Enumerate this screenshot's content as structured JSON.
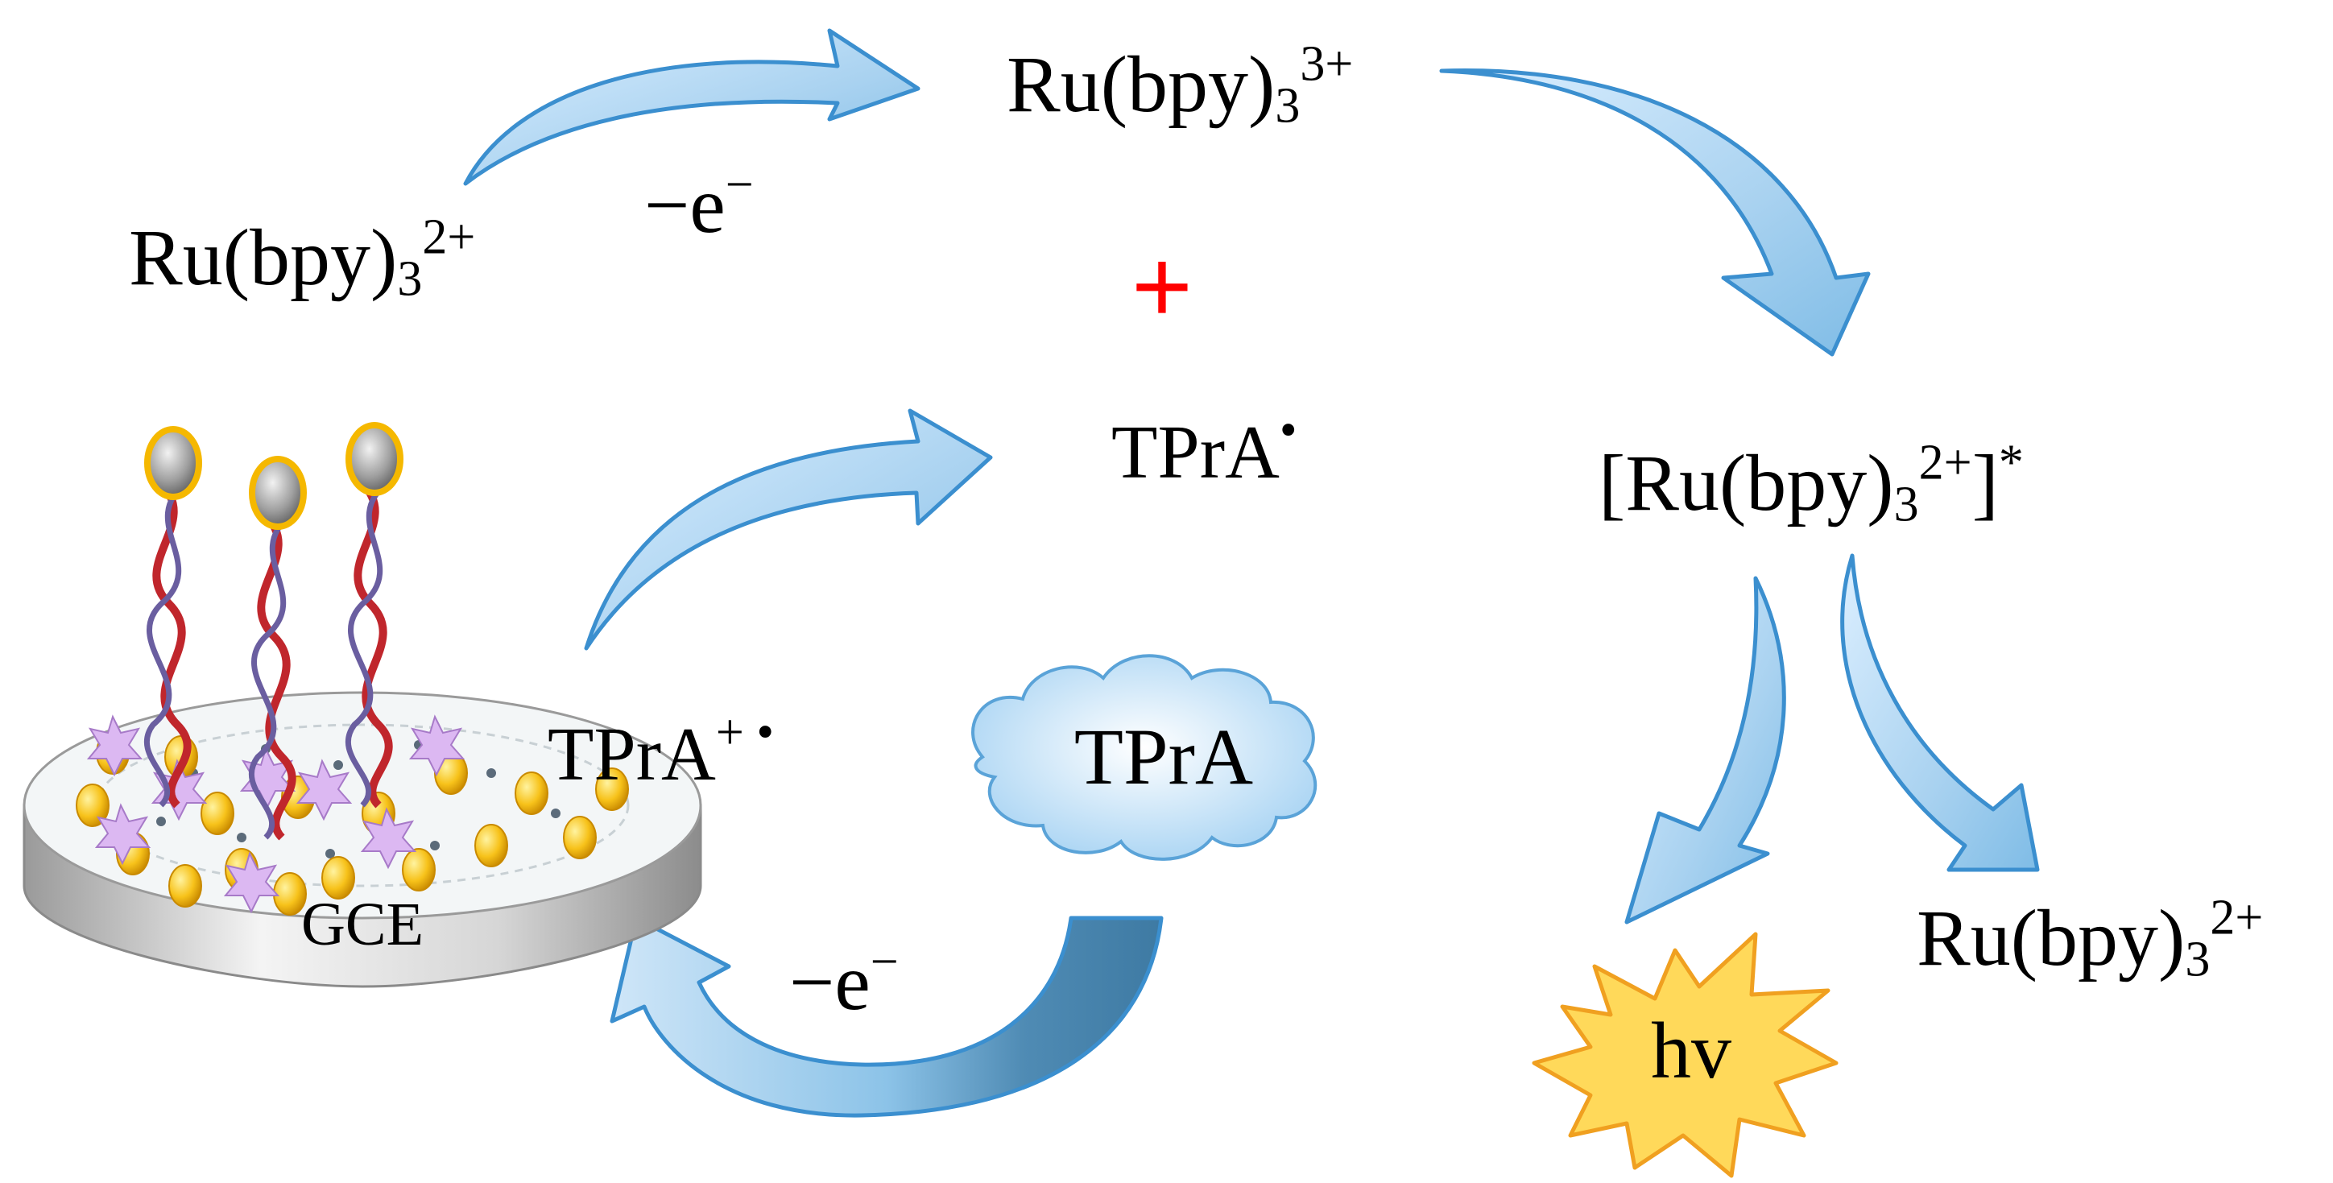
{
  "labels": {
    "ru2_left_main": "Ru(bpy)",
    "ru2_left_sub": "3",
    "ru2_left_sup": "2+",
    "ru3_top_main": "Ru(bpy)",
    "ru3_top_sub": "3",
    "ru3_top_sup": "3+",
    "minus_e_top": "−e",
    "minus_e_top_sup": "−",
    "plus_sign": "+",
    "tpra_radical": "TPrA",
    "tpra_radical_sup": "•",
    "ru_excited_open": "[Ru(bpy)",
    "ru_excited_sub": "3",
    "ru_excited_sup": "2+",
    "ru_excited_close": "]",
    "ru_excited_star": "*",
    "tpra_cation_radical": "TPrA",
    "tpra_cation_radical_sup": "+ •",
    "tpra_cloud": "TPrA",
    "minus_e_bottom": "−e",
    "minus_e_bottom_sup": "−",
    "ru2_right_main": "Ru(bpy)",
    "ru2_right_sub": "3",
    "ru2_right_sup": "2+",
    "hv": "hv",
    "electrode": "GCE"
  },
  "colors": {
    "arrow_fill_light": "#bfe0f5",
    "arrow_fill_mid": "#8fc6ea",
    "arrow_stroke": "#3b8fcf",
    "arrow_dark": "#3f7ea8",
    "cloud_fill": "#cfe7f8",
    "star_fill": "#ffd95a",
    "star_stroke": "#f0a020",
    "plus": "#ff0000",
    "electrode_rim": "#c8c8c8",
    "electrode_top": "#f2f2f2",
    "dna_red": "#c0262c",
    "dna_blue": "#6a5ea0",
    "gold": "#f5b800",
    "star_purple": "#d8b4f0"
  }
}
